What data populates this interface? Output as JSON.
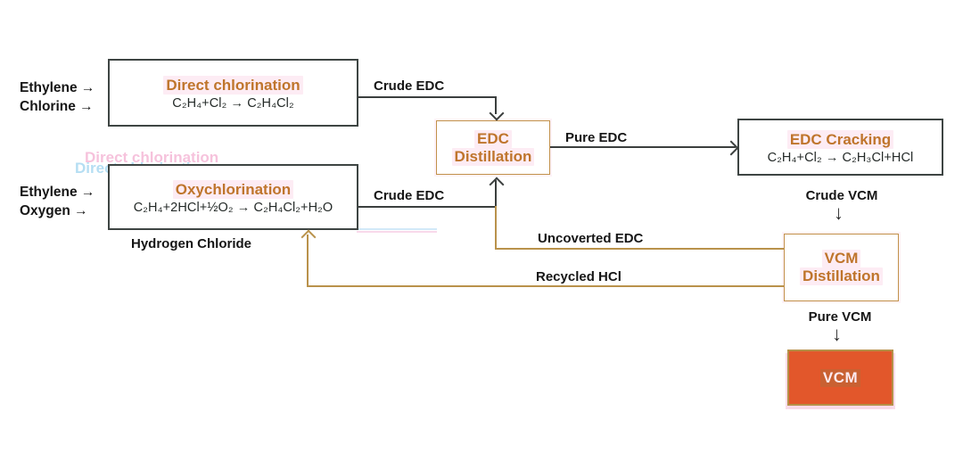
{
  "diagram": {
    "boxes": {
      "direct_chlorination": {
        "title": "Direct chlorination",
        "formula": "C₂H₄+Cl₂ → C₂H₄Cl₂"
      },
      "oxychlorination": {
        "title": "Oxychlorination",
        "formula": "C₂H₄+2HCl+½O₂ → C₂H₄Cl₂+H₂O"
      },
      "edc_distillation": {
        "title_line1": "EDC",
        "title_line2": "Distillation"
      },
      "edc_cracking": {
        "title": "EDC Cracking",
        "formula": "C₂H₄+Cl₂ → C₂H₃Cl+HCl"
      },
      "vcm_distillation": {
        "title_line1": "VCM",
        "title_line2": "Distillation"
      },
      "vcm": {
        "title": "VCM"
      }
    },
    "inputs": {
      "ethylene_top": "Ethylene →",
      "chlorine": "Chlorine →",
      "ethylene_bottom": "Ethylene →",
      "oxygen": "Oxygen →"
    },
    "streams": {
      "crude_edc_top": "Crude EDC",
      "crude_edc_mid": "Crude EDC",
      "pure_edc": "Pure EDC",
      "crude_vcm": "Crude VCM",
      "uncoverted_edc": "Uncoverted EDC",
      "recycled_hcl": "Recycled HCl",
      "pure_vcm": "Pure VCM",
      "hydrogen_chloride": "Hydrogen Chloride"
    },
    "glyphs": {
      "down_arrow": "↓"
    },
    "artifacts": {
      "ghost_text": "Direct chlorination"
    },
    "colors": {
      "title_orange": "#bf752c",
      "box_border_dark": "#3e4543",
      "box_border_orange": "#c2914a",
      "line_dark": "#3b3f3e",
      "line_orange": "#b9924b",
      "vcm_fill": "#e2572b",
      "highlight_pink": "#fdecf4"
    }
  }
}
